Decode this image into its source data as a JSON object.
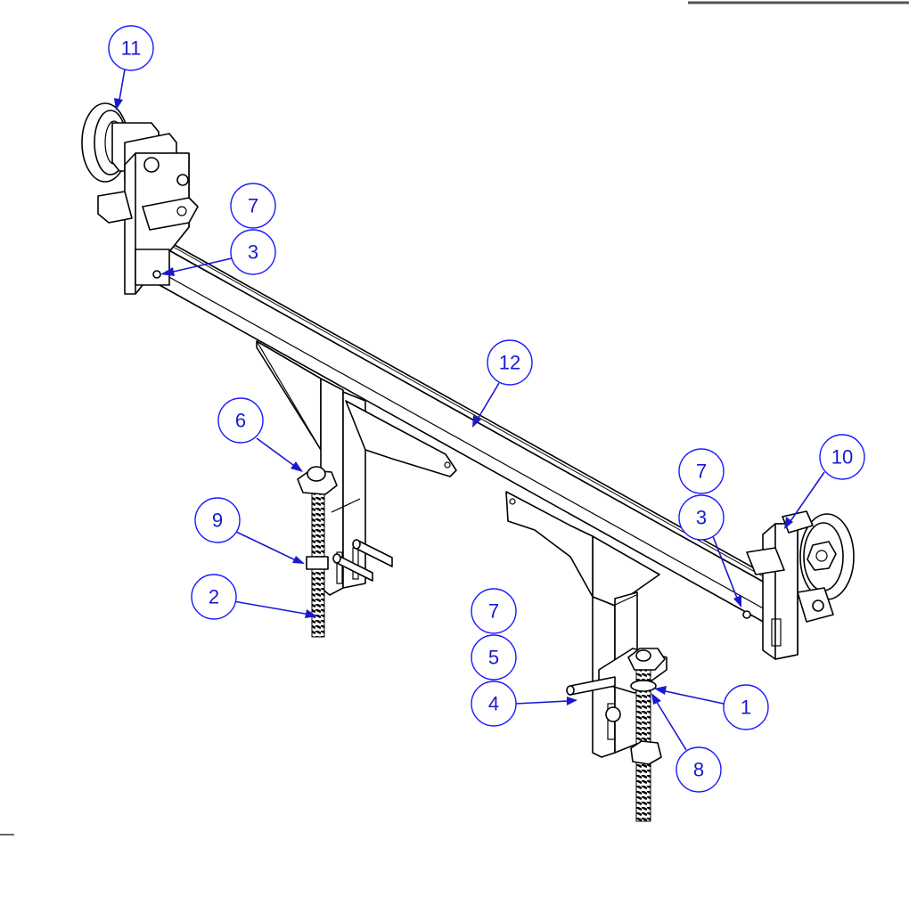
{
  "callouts": {
    "c11": "11",
    "c7a": "7",
    "c3a": "3",
    "c12": "12",
    "c6": "6",
    "c9": "9",
    "c2": "2",
    "c7b": "7",
    "c3b": "3",
    "c10": "10",
    "c7c": "7",
    "c5": "5",
    "c4": "4",
    "c1": "1",
    "c8": "8"
  },
  "colors": {
    "callout": "#1a1acc",
    "line": "#000000",
    "background": "#ffffff"
  }
}
